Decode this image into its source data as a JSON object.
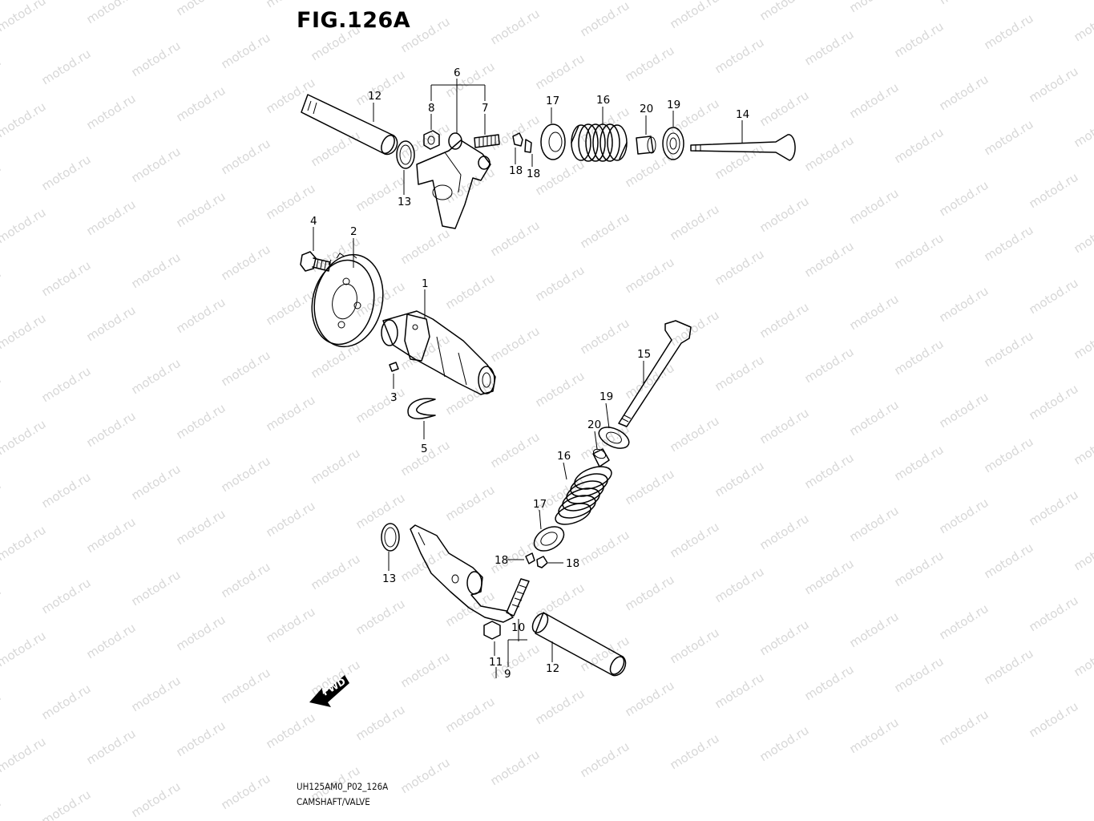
{
  "figure": {
    "title": "FIG.126A",
    "code": "UH125AM0_P02_126A",
    "name": "CAMSHAFT/VALVE"
  },
  "watermark": "motod.ru",
  "fwd_label": "FWD",
  "callouts": {
    "c1": "1",
    "c2": "2",
    "c3": "3",
    "c4": "4",
    "c5": "5",
    "c6": "6",
    "c7": "7",
    "c8": "8",
    "c9": "9",
    "c10": "10",
    "c11": "11",
    "c12a": "12",
    "c12b": "12",
    "c13a": "13",
    "c13b": "13",
    "c14": "14",
    "c15": "15",
    "c16a": "16",
    "c16b": "16",
    "c17a": "17",
    "c17b": "17",
    "c18a": "18",
    "c18b": "18",
    "c18c": "18",
    "c18d": "18",
    "c19a": "19",
    "c19b": "19",
    "c20a": "20",
    "c20b": "20"
  }
}
